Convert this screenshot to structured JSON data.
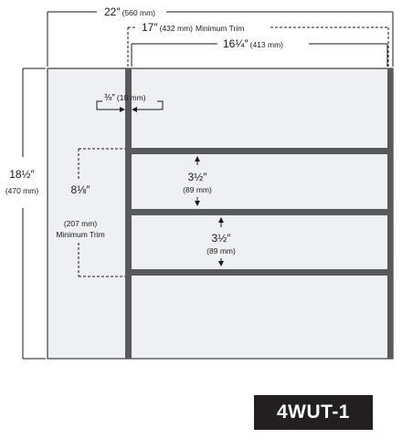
{
  "dimensions": {
    "overall_width": {
      "value": "22″",
      "metric": "(560 mm)"
    },
    "min_trim_width": {
      "value": "17″",
      "metric": "(432 mm)",
      "label": "Minimum Trim"
    },
    "panel_width": {
      "value": "16¼″",
      "metric": "(413 mm)"
    },
    "overall_height": {
      "value": "18½″",
      "metric": "(470 mm)"
    },
    "spine_width": {
      "value": "⅜″",
      "metric": "(10 mm)"
    },
    "min_trim_height": {
      "value": "8⅛″",
      "metric": "(207 mm)",
      "label": "Minimum Trim"
    },
    "row_height_1": {
      "value": "3½″",
      "metric": "(89 mm)"
    },
    "row_height_2": {
      "value": "3½″",
      "metric": "(89 mm)"
    }
  },
  "model": {
    "label": "4WUT-1"
  },
  "colors": {
    "sheet": "#eef0f3",
    "strip": "#58595b",
    "outline": "#3a3a3a",
    "badge": "#231f20"
  }
}
